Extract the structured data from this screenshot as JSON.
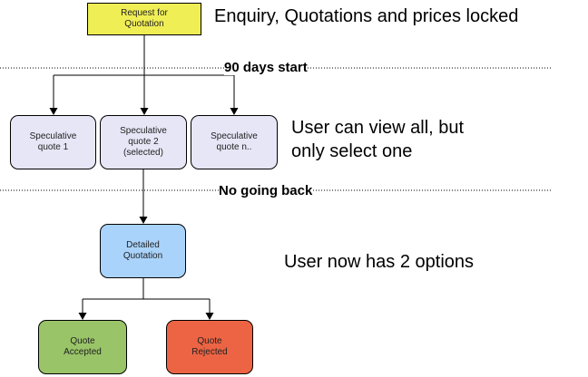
{
  "colors": {
    "request": "#f0ee55",
    "speculative": "#e6e6f7",
    "detailed": "#a9d3fb",
    "accepted": "#99c468",
    "rejected": "#ec6444",
    "line": "#000000"
  },
  "nodes": {
    "request": {
      "label": "Request for\nQuotation"
    },
    "spec1": {
      "label": "Speculative\nquote 1"
    },
    "spec2": {
      "label": "Speculative\nquote 2\n(selected)"
    },
    "specn": {
      "label": "Speculative\nquote n.."
    },
    "detailed": {
      "label": "Detailed\nQuotation"
    },
    "accepted": {
      "label": "Quote\nAccepted"
    },
    "rejected": {
      "label": "Quote\nRejected"
    }
  },
  "stages": {
    "start": "90 days start",
    "noback": "No going back"
  },
  "notes": {
    "locked": "Enquiry, Quotations and prices locked",
    "view": "User can view all, but\nonly select one",
    "options": "User now has 2 options"
  }
}
